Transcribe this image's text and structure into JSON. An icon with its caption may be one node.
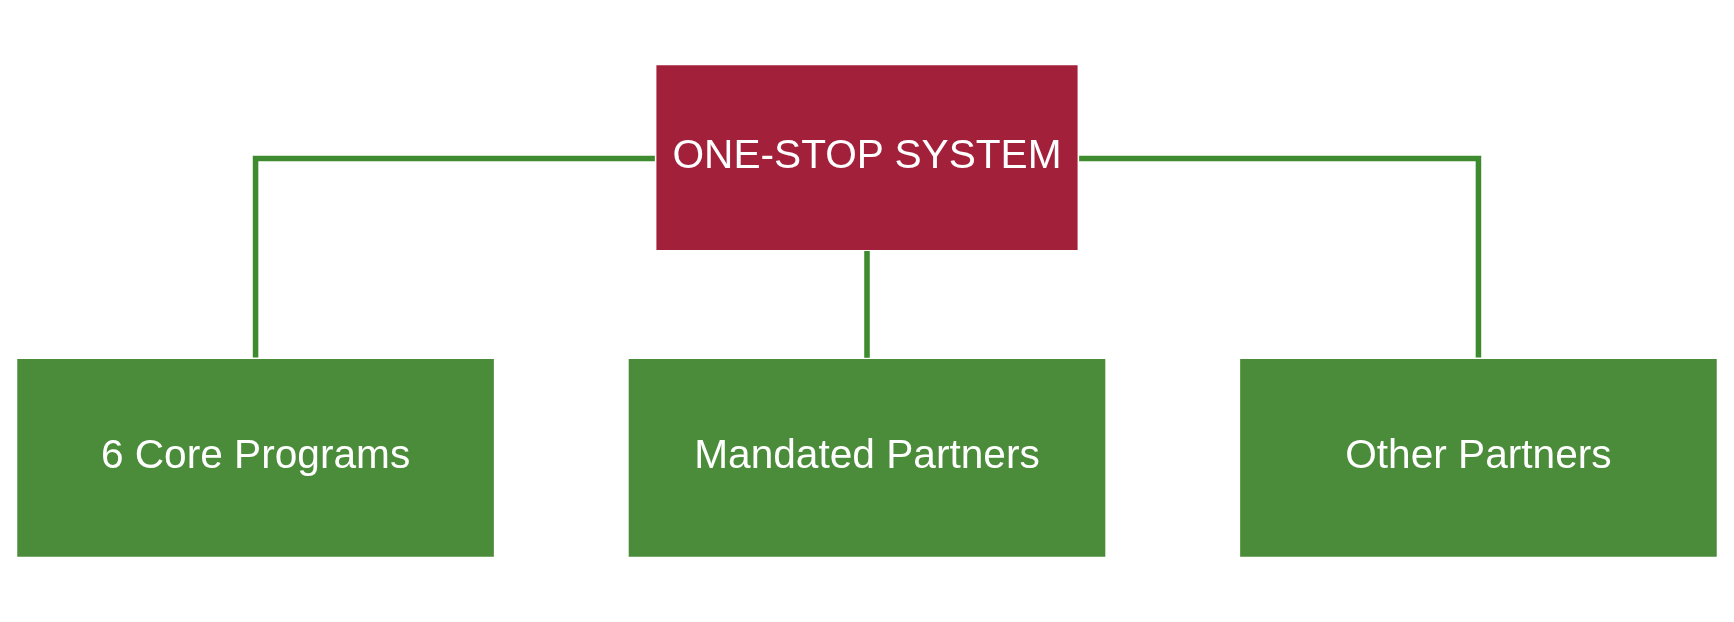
{
  "diagram": {
    "nodes": [
      {
        "text": [
          "ONE-STOP SYSTEM"
        ]
      },
      {
        "text": [
          "6 Core Programs"
        ]
      },
      {
        "text": [
          "Mandated Partners"
        ]
      },
      {
        "text": [
          "Other Partners"
        ]
      }
    ],
    "edges": [
      {
        "from": 0,
        "to": 1,
        "arrow": "none"
      },
      {
        "from": 0,
        "to": 2,
        "arrow": "none"
      },
      {
        "from": 0,
        "to": 3,
        "arrow": "none"
      }
    ]
  }
}
